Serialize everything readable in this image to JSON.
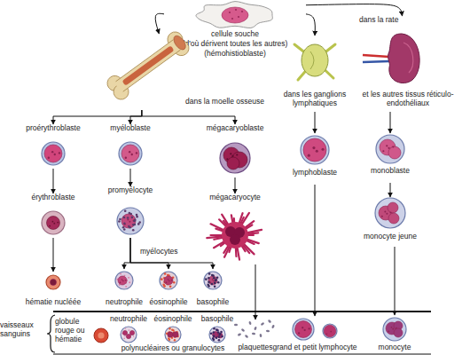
{
  "diagram": {
    "nodes": [
      {
        "text": [
          "cellule souche",
          "(d'où dérivent toutes les autres)",
          "(hémohistioblaste)"
        ]
      },
      {
        "text": [
          "dans la moelle osseuse"
        ]
      },
      {
        "text": [
          "dans les ganglions lymphatiques"
        ]
      },
      {
        "text": [
          "dans la rate",
          "et les autres tissus réticulo-endothéliaux"
        ]
      },
      {
        "text": [
          "proérythroblaste"
        ]
      },
      {
        "text": [
          "myéloblaste"
        ]
      },
      {
        "text": [
          "mégacaryoblaste"
        ]
      },
      {
        "text": [
          "lymphoblaste"
        ]
      },
      {
        "text": [
          "monoblaste"
        ]
      },
      {
        "text": [
          "érythroblaste"
        ]
      },
      {
        "text": [
          "promyélocyte"
        ]
      },
      {
        "text": [
          "mégacaryocyte"
        ]
      },
      {
        "text": [
          "monocyte jeune"
        ]
      },
      {
        "text": [
          "hématie nucléée"
        ]
      },
      {
        "text": [
          "neutrophile"
        ]
      },
      {
        "text": [
          "éosinophile"
        ]
      },
      {
        "text": [
          "basophile"
        ]
      },
      {
        "text": [
          "globule rouge ou hématie"
        ]
      },
      {
        "text": [
          "neutrophile"
        ]
      },
      {
        "text": [
          "éosinophile"
        ]
      },
      {
        "text": [
          "basophile"
        ]
      },
      {
        "text": [
          "plaquettes"
        ]
      },
      {
        "text": [
          "grand et petit lymphocyte"
        ]
      },
      {
        "text": [
          "monocyte"
        ]
      }
    ],
    "edges": [
      {
        "from": 0,
        "to": 1,
        "arrow": "to"
      },
      {
        "from": 0,
        "to": 2,
        "arrow": "to"
      },
      {
        "from": 0,
        "to": 3,
        "arrow": "to"
      },
      {
        "from": 1,
        "to": 4,
        "arrow": "to"
      },
      {
        "from": 1,
        "to": 5,
        "arrow": "to"
      },
      {
        "from": 1,
        "to": 6,
        "arrow": "to"
      },
      {
        "from": 2,
        "to": 7,
        "arrow": "to"
      },
      {
        "from": 3,
        "to": 8,
        "arrow": "to"
      },
      {
        "from": 4,
        "to": 9,
        "arrow": "to"
      },
      {
        "from": 9,
        "to": 13,
        "arrow": "to"
      },
      {
        "from": 5,
        "to": 10,
        "arrow": "to"
      },
      {
        "from": 10,
        "to": 14,
        "arrow": "to"
      },
      {
        "from": 10,
        "to": 15,
        "arrow": "to"
      },
      {
        "from": 10,
        "to": 16,
        "arrow": "to"
      },
      {
        "from": 6,
        "to": 11,
        "arrow": "to"
      },
      {
        "from": 11,
        "to": 21,
        "arrow": "to"
      },
      {
        "from": 7,
        "to": 22,
        "arrow": "to"
      },
      {
        "from": 8,
        "to": 12,
        "arrow": "to"
      },
      {
        "from": 12,
        "to": 23,
        "arrow": "to"
      }
    ],
    "labels": [
      "myélocytes",
      "vaisseaux sanguins",
      "polynucléaires ou granulocytes"
    ]
  }
}
